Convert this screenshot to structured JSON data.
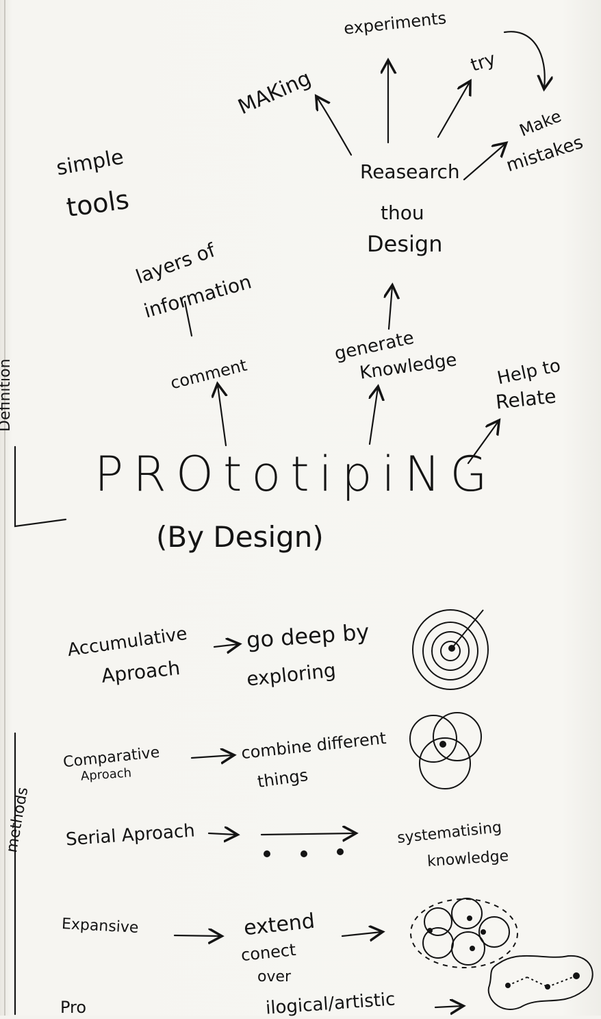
{
  "center": {
    "title": "PROtotipiNG",
    "subtitle": "(By Design)"
  },
  "hub": {
    "label_line1": "Reasearch",
    "label_line2": "thou",
    "label_line3": "Design"
  },
  "branches": {
    "making": "MAKing",
    "experiments": "experiments",
    "try": "try",
    "make_mistakes_line1": "Make",
    "make_mistakes_line2": "mistakes",
    "simple_tools_line1": "simple",
    "simple_tools_line2": "tools",
    "layers_line1": "layers of",
    "layers_line2": "information",
    "comment": "comment",
    "generate_line1": "generate",
    "generate_line2": "Knowledge",
    "help_line1": "Help to",
    "help_line2": "Relate"
  },
  "margin": {
    "definition": "Definition",
    "methods": "methods"
  },
  "methods": [
    {
      "name_line1": "Accumulative",
      "name_line2": "Aproach",
      "desc_line1": "go deep by",
      "desc_line2": "exploring",
      "icon": "concentric-circles-icon"
    },
    {
      "name_line1": "Comparative",
      "name_line2": "Aproach",
      "desc_line1": "combine different",
      "desc_line2": "things",
      "icon": "overlapping-circles-icon"
    },
    {
      "name_line1": "Serial Aproach",
      "name_line2": "",
      "desc_line1": "systematising",
      "desc_line2": "knowledge",
      "icon": "dots-sequence-icon"
    },
    {
      "name_line1": "Expansive",
      "name_line2": "",
      "desc_line1": "extend",
      "desc_line2": "conect",
      "desc_line3": "over",
      "icon": "cluster-circles-icon"
    },
    {
      "name_line1": "Pro",
      "name_line2": "",
      "desc_line1": "ilogical/artistic",
      "desc_line2": "",
      "icon": "network-blob-icon"
    }
  ]
}
